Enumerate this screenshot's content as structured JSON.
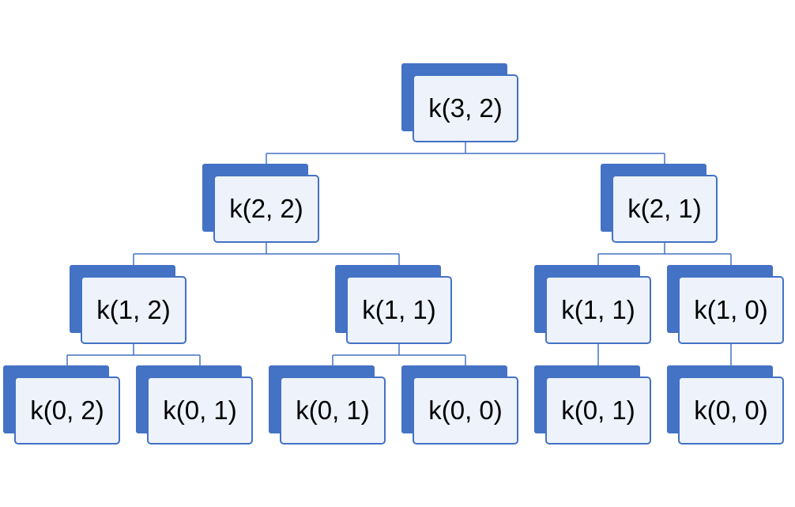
{
  "colors": {
    "accent": "#4472c4",
    "box_fill": "#edf2fb",
    "line": "#4472c4",
    "background": "#ffffff"
  },
  "nodes": [
    {
      "id": "n0",
      "label": "k(3, 2)",
      "parent": null
    },
    {
      "id": "n1",
      "label": "k(2, 2)",
      "parent": "n0"
    },
    {
      "id": "n2",
      "label": "k(2, 1)",
      "parent": "n0"
    },
    {
      "id": "n3",
      "label": "k(1, 2)",
      "parent": "n1"
    },
    {
      "id": "n4",
      "label": "k(1, 1)",
      "parent": "n1"
    },
    {
      "id": "n5",
      "label": "k(1, 1)",
      "parent": "n2"
    },
    {
      "id": "n6",
      "label": "k(1, 0)",
      "parent": "n2"
    },
    {
      "id": "n7",
      "label": "k(0, 2)",
      "parent": "n3"
    },
    {
      "id": "n8",
      "label": "k(0, 1)",
      "parent": "n3"
    },
    {
      "id": "n9",
      "label": "k(0, 1)",
      "parent": "n4"
    },
    {
      "id": "n10",
      "label": "k(0, 0)",
      "parent": "n4"
    },
    {
      "id": "n11",
      "label": "k(0, 1)",
      "parent": "n5"
    },
    {
      "id": "n12",
      "label": "k(0, 0)",
      "parent": "n6"
    }
  ]
}
